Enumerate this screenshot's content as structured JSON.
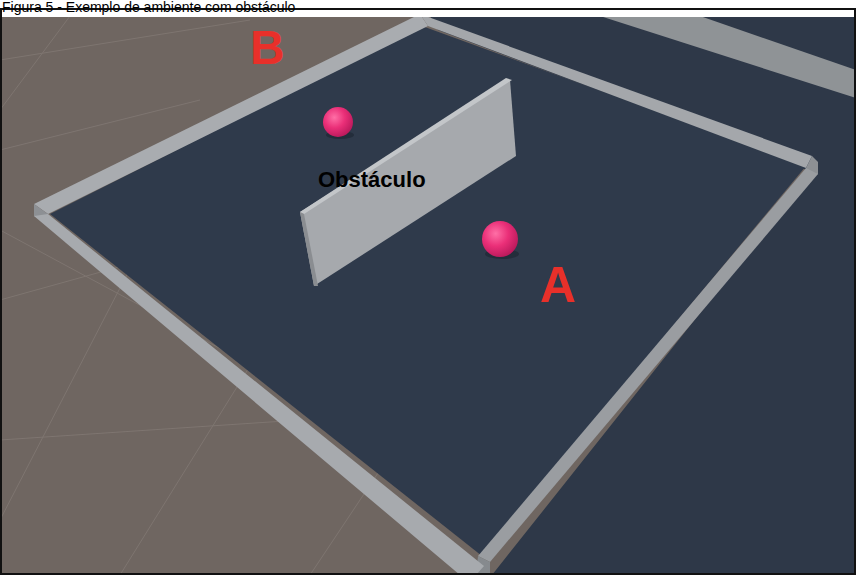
{
  "diagram": {
    "title": "Figura 5 - Exemplo de ambiente com obstáculo",
    "labels": [
      "B",
      "Obstáculo",
      "A"
    ]
  }
}
